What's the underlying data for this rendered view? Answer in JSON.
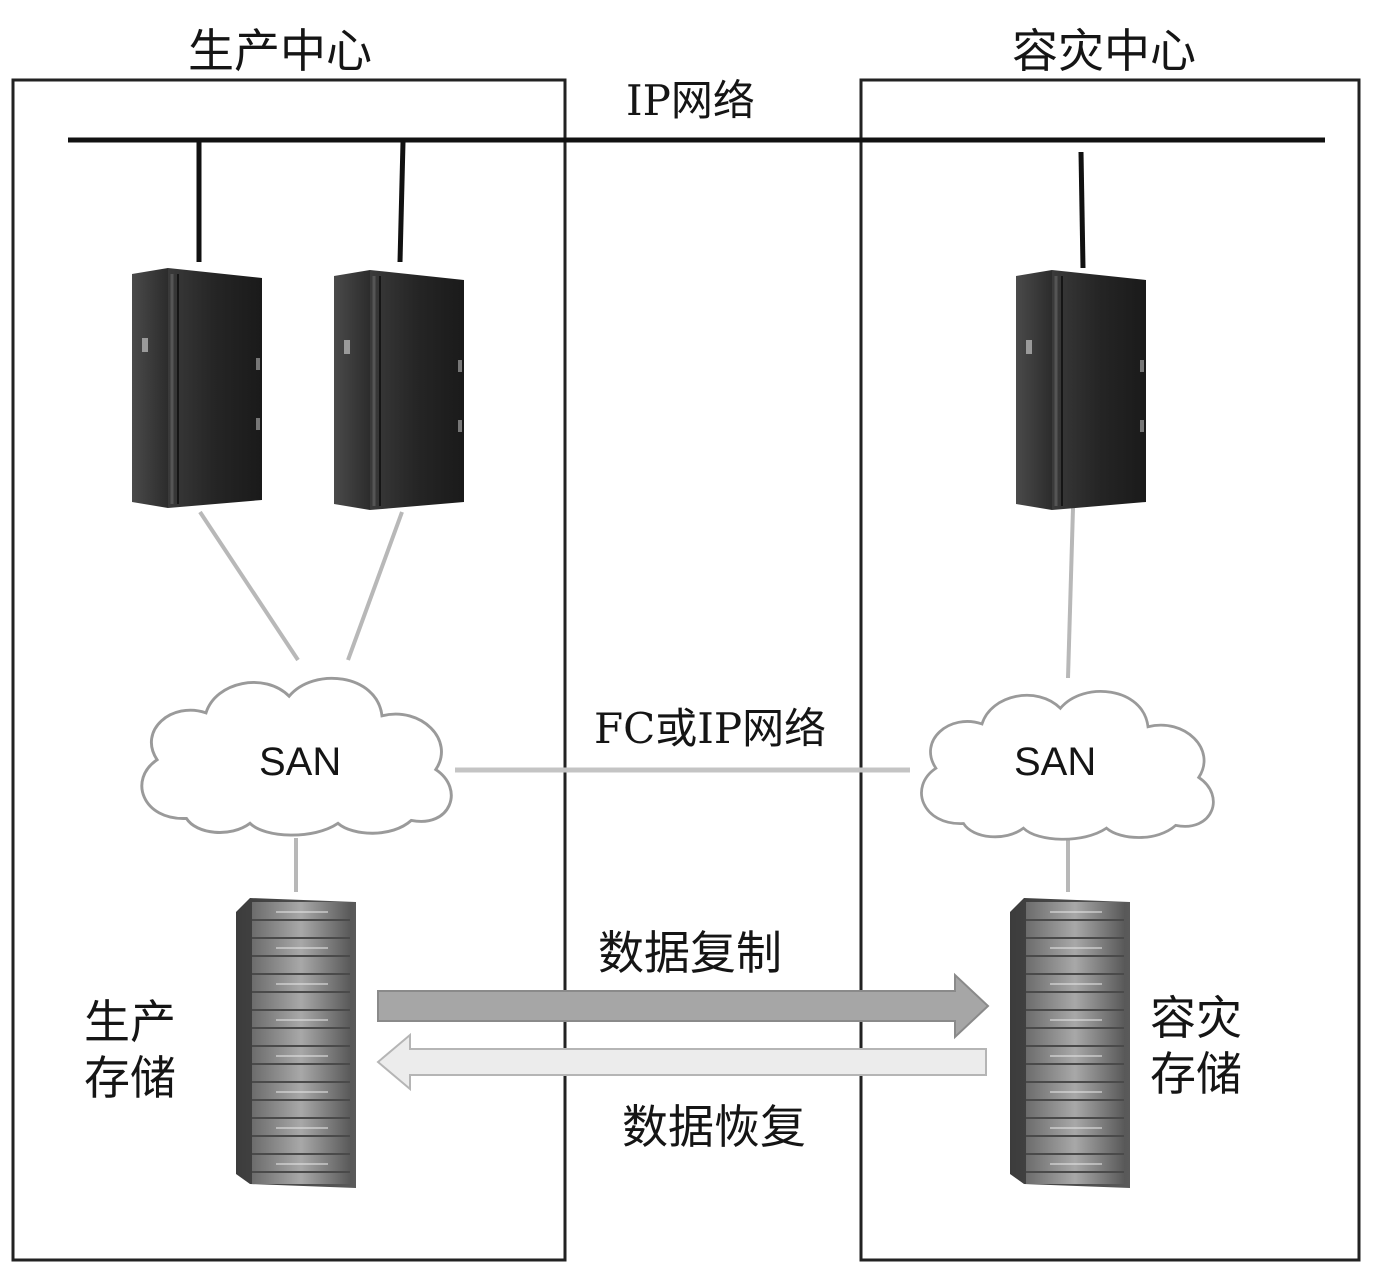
{
  "production_center": {
    "title": "生产中心",
    "storage_label_line1": "生产",
    "storage_label_line2": "存储",
    "san_label": "SAN"
  },
  "dr_center": {
    "title": "容灾中心",
    "storage_label_line1": "容灾",
    "storage_label_line2": "存储",
    "san_label": "SAN"
  },
  "networks": {
    "ip_network": "IP网络",
    "fc_or_ip_network": "FC或IP网络"
  },
  "flows": {
    "data_replication": "数据复制",
    "data_recovery": "数据恢复"
  },
  "colors": {
    "line": "#111111",
    "link": "#b8b8b8",
    "replication_arrow": "#a6a6a6",
    "recovery_arrow": "#e4e4e4",
    "server_body": "#2a2a2a"
  }
}
